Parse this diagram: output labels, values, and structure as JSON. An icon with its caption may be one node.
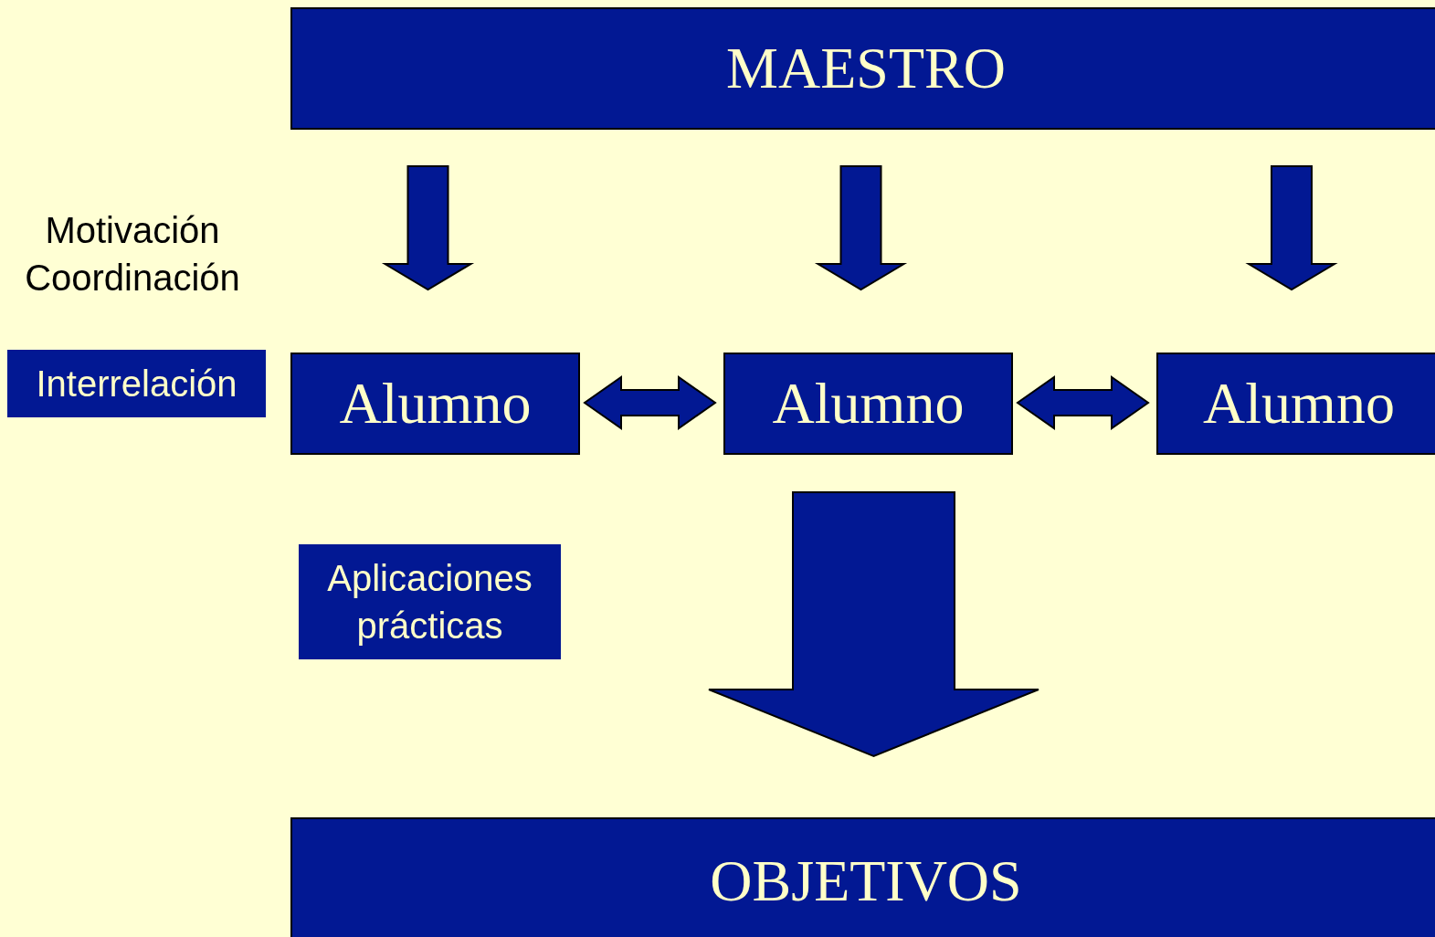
{
  "diagram": {
    "nodes": [
      {
        "text": [
          "MAESTRO"
        ]
      },
      {
        "text": [
          "Alumno"
        ]
      },
      {
        "text": [
          "Alumno"
        ]
      },
      {
        "text": [
          "Alumno"
        ]
      },
      {
        "text": [
          "OBJETIVOS"
        ]
      },
      {
        "text": [
          "Interrelación"
        ]
      },
      {
        "text": [
          "Aplicaciones prácticas"
        ]
      }
    ],
    "edges": [
      {
        "from": 0,
        "to": 1,
        "arrow": "to"
      },
      {
        "from": 0,
        "to": 2,
        "arrow": "to"
      },
      {
        "from": 0,
        "to": 3,
        "arrow": "to"
      },
      {
        "from": 1,
        "to": 2,
        "arrow": "both"
      },
      {
        "from": 2,
        "to": 3,
        "arrow": "both"
      },
      {
        "from": 2,
        "to": 4,
        "arrow": "to",
        "style": "thick"
      }
    ],
    "labels": [
      "Motivación",
      "Coordinación"
    ]
  }
}
